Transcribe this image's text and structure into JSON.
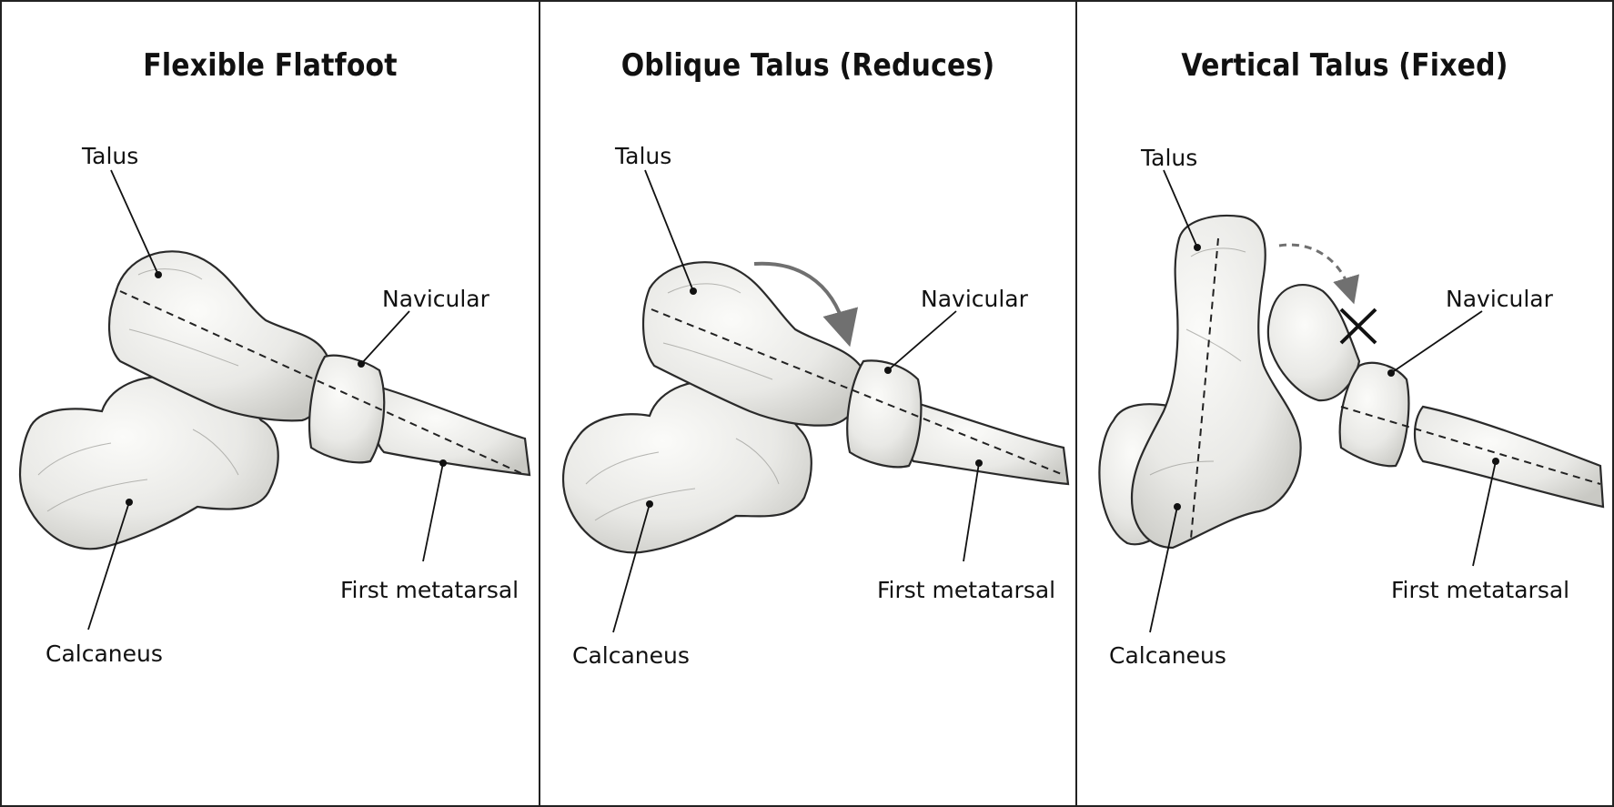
{
  "panels": [
    {
      "title": "Flexible Flatfoot",
      "labels": {
        "talus": "Talus",
        "navicular": "Navicular",
        "calcaneus": "Calcaneus",
        "first_metatarsal": "First metatarsal"
      }
    },
    {
      "title": "Oblique Talus (Reduces)",
      "labels": {
        "talus": "Talus",
        "navicular": "Navicular",
        "calcaneus": "Calcaneus",
        "first_metatarsal": "First metatarsal"
      },
      "reduction_arrow": "solid curved arrow (reduces)"
    },
    {
      "title": "Vertical Talus (Fixed)",
      "labels": {
        "talus": "Talus",
        "navicular": "Navicular",
        "calcaneus": "Calcaneus",
        "first_metatarsal": "First metatarsal"
      },
      "reduction_arrow": "dashed curved arrow blocked by X (does not reduce)"
    }
  ],
  "colors": {
    "bone_fill": "#ececea",
    "outline": "#2a2a2a",
    "arrow": "#707070",
    "background": "#ffffff"
  }
}
